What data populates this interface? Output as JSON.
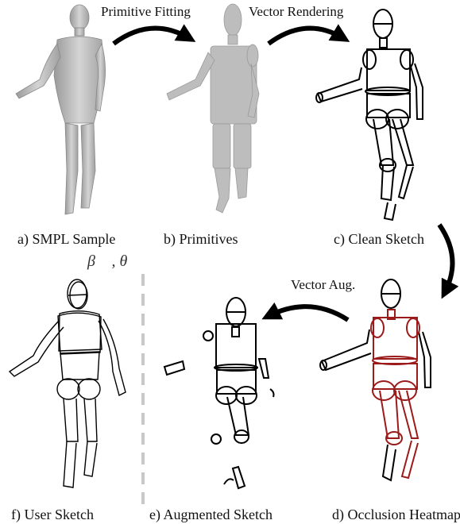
{
  "steps": {
    "primitive_fitting": "Primitive Fitting",
    "vector_rendering": "Vector Rendering",
    "vector_aug": "Vector Aug."
  },
  "captions": {
    "a": "a) SMPL Sample",
    "b": "b) Primitives",
    "c": "c) Clean Sketch",
    "d": "d) Occlusion Heatmap",
    "e": "e) Augmented Sketch",
    "f": "f) User Sketch"
  },
  "params": "β⃗ , θ⃗",
  "colors": {
    "mesh": "#c8c8c8",
    "primitive": "#b9b9b9",
    "ink": "#000000",
    "occlusion": "#9b1b1b",
    "separator": "#c8c8c8"
  }
}
